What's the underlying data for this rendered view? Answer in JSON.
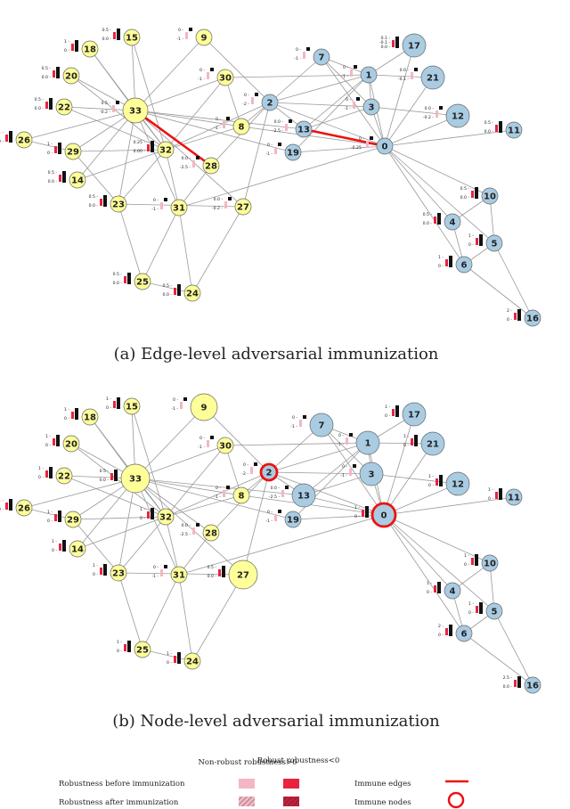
{
  "colors": {
    "yellow_node": "#ffff99",
    "blue_node": "#a9cce3",
    "edge": "#999999",
    "immune": "#ee1111",
    "nonrobust": "#f4b6c2",
    "robust": "#e8243f",
    "bar_black": "#111111"
  },
  "panels": [
    {
      "caption": "(a)  Edge-level adversarial immunization",
      "immune_edges": [
        [
          33,
          28
        ],
        [
          13,
          0
        ]
      ],
      "immune_nodes": [],
      "node_labels": [
        {
          "id": 0,
          "top": "0 -",
          "bottom": "-0.25 -"
        },
        {
          "id": 1,
          "top": "0 -",
          "bottom": "-1 -"
        },
        {
          "id": 2,
          "top": "0 -",
          "bottom": "-2 -"
        },
        {
          "id": 3,
          "top": "0 -",
          "bottom": "-1 -"
        },
        {
          "id": 4,
          "top": "0.5 -",
          "bottom": "0.0 -"
        },
        {
          "id": 5,
          "top": "1 -",
          "bottom": "0 -"
        },
        {
          "id": 6,
          "top": "1 -",
          "bottom": "0 -"
        },
        {
          "id": 7,
          "top": "0 -",
          "bottom": "-1 -"
        },
        {
          "id": 8,
          "top": "0 -",
          "bottom": "-1 -"
        },
        {
          "id": 9,
          "top": "0 -",
          "bottom": "-1 -"
        },
        {
          "id": 10,
          "top": "0.5 -",
          "bottom": "0.0 -"
        },
        {
          "id": 11,
          "top": "0.5 -",
          "bottom": "0.0 -"
        },
        {
          "id": 12,
          "top": "0.0 -",
          "bottom": "-0.2 -"
        },
        {
          "id": 13,
          "top": "0.0 -",
          "bottom": "-2.5 -"
        },
        {
          "id": 14,
          "top": "0.5 -",
          "bottom": "0.0 -"
        },
        {
          "id": 15,
          "top": "0.5 -",
          "bottom": "0.0 -"
        },
        {
          "id": 16,
          "top": "2 -",
          "bottom": "0 -"
        },
        {
          "id": 17,
          "top": "0.1 -",
          "bottom": "0.0 -",
          "extra": "-0.1 -"
        },
        {
          "id": 18,
          "top": "1 -",
          "bottom": "0 -"
        },
        {
          "id": 19,
          "top": "0 -",
          "bottom": "-1 -"
        },
        {
          "id": 20,
          "top": "0.5 -",
          "bottom": "0.0 -"
        },
        {
          "id": 21,
          "top": "0.0 -",
          "bottom": "-0.1 -"
        },
        {
          "id": 22,
          "top": "0.5 -",
          "bottom": "0.0 -"
        },
        {
          "id": 23,
          "top": "0.5 -",
          "bottom": "0.0 -"
        },
        {
          "id": 24,
          "top": "0.5 -",
          "bottom": "0.0 -"
        },
        {
          "id": 25,
          "top": "0.5 -",
          "bottom": "0.0 -"
        },
        {
          "id": 26,
          "top": "1 -",
          "bottom": "0 -"
        },
        {
          "id": 27,
          "top": "0.0 -",
          "bottom": "-0.2 -"
        },
        {
          "id": 28,
          "top": "0.0 -",
          "bottom": "-2.5 -"
        },
        {
          "id": 29,
          "top": "1 -",
          "bottom": "0 -"
        },
        {
          "id": 30,
          "top": "0 -",
          "bottom": "-1 -"
        },
        {
          "id": 31,
          "top": "0 -",
          "bottom": "-1 -"
        },
        {
          "id": 32,
          "top": "0.25 -",
          "bottom": "0.00 -"
        },
        {
          "id": 33,
          "top": "0.5 -",
          "bottom": "-0.2 -"
        }
      ]
    },
    {
      "caption": "(b)  Node-level adversarial immunization",
      "immune_edges": [],
      "immune_nodes": [
        2,
        0
      ],
      "node_labels": [
        {
          "id": 0,
          "top": "1 -",
          "bottom": "0 -"
        },
        {
          "id": 1,
          "top": "0 -",
          "bottom": "-1 -"
        },
        {
          "id": 2,
          "top": "0 -",
          "bottom": "-2 -"
        },
        {
          "id": 3,
          "top": "0 -",
          "bottom": "-1 -"
        },
        {
          "id": 4,
          "top": "1 -",
          "bottom": "0 -"
        },
        {
          "id": 5,
          "top": "1 -",
          "bottom": "0 -"
        },
        {
          "id": 6,
          "top": "2 -",
          "bottom": "0 -"
        },
        {
          "id": 7,
          "top": "0 -",
          "bottom": "-1 -"
        },
        {
          "id": 8,
          "top": "0 -",
          "bottom": "-1 -"
        },
        {
          "id": 9,
          "top": "0 -",
          "bottom": "-1 -"
        },
        {
          "id": 10,
          "top": "1 -",
          "bottom": "0 -"
        },
        {
          "id": 11,
          "top": "1 -",
          "bottom": "0 -"
        },
        {
          "id": 12,
          "top": "1 -",
          "bottom": "0 -"
        },
        {
          "id": 13,
          "top": "0.0 -",
          "bottom": "-2.5 -"
        },
        {
          "id": 14,
          "top": "1 -",
          "bottom": "0 -"
        },
        {
          "id": 15,
          "top": "1 -",
          "bottom": "0 -"
        },
        {
          "id": 16,
          "top": "2.5 -",
          "bottom": "0.0 -"
        },
        {
          "id": 17,
          "top": "1 -",
          "bottom": "0 -"
        },
        {
          "id": 18,
          "top": "1 -",
          "bottom": "0 -"
        },
        {
          "id": 19,
          "top": "0 -",
          "bottom": "-1 -"
        },
        {
          "id": 20,
          "top": "1 -",
          "bottom": "0 -"
        },
        {
          "id": 21,
          "top": "1 -",
          "bottom": "0 -"
        },
        {
          "id": 22,
          "top": "1 -",
          "bottom": "0 -"
        },
        {
          "id": 23,
          "top": "1 -",
          "bottom": "0 -"
        },
        {
          "id": 24,
          "top": "1 -",
          "bottom": "0 -"
        },
        {
          "id": 25,
          "top": "1 -",
          "bottom": "0 -"
        },
        {
          "id": 26,
          "top": "1 -",
          "bottom": "0 -"
        },
        {
          "id": 27,
          "top": "0.5 -",
          "bottom": "0.0 -"
        },
        {
          "id": 28,
          "top": "0.0 -",
          "bottom": "-2.5 -"
        },
        {
          "id": 29,
          "top": "1 -",
          "bottom": "0 -"
        },
        {
          "id": 30,
          "top": "0 -",
          "bottom": "-1 -"
        },
        {
          "id": 31,
          "top": "0 -",
          "bottom": "-1 -"
        },
        {
          "id": 32,
          "top": "1 -",
          "bottom": "0 -"
        },
        {
          "id": 33,
          "top": "0.5 -",
          "bottom": "0.0 -"
        }
      ]
    }
  ],
  "legend": {
    "col_nonrobust": "Non-robust robustness>0",
    "col_robust": "Robust robustness<0",
    "row_before": "Robustness before immunization",
    "row_after": "Robustness after immunization",
    "immune_edges": "Immune edges",
    "immune_nodes": "Immune nodes"
  }
}
